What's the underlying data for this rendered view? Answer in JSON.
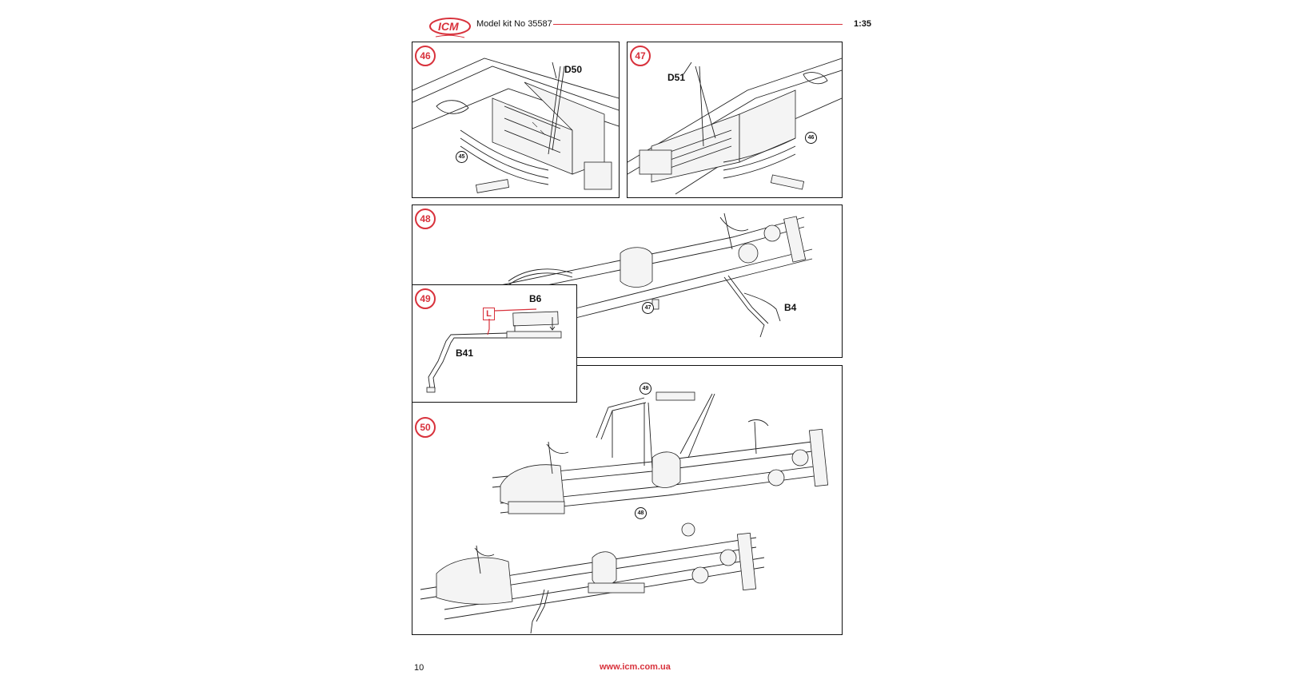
{
  "header": {
    "brand": "ICM",
    "kit_label": "Model kit No 35587",
    "scale": "1:35"
  },
  "steps": [
    {
      "number": "46",
      "part": "D50",
      "ref": "45"
    },
    {
      "number": "47",
      "part": "D51",
      "ref": "46"
    },
    {
      "number": "48",
      "part": "B4",
      "ref": "47"
    },
    {
      "number": "49",
      "parts": [
        "B6",
        "B41"
      ],
      "paint": "L"
    },
    {
      "number": "50",
      "refs": [
        "49",
        "48"
      ]
    }
  ],
  "footer": {
    "page_number": "10",
    "url": "www.icm.com.ua"
  },
  "colors": {
    "accent": "#d8323c",
    "line": "#222222"
  }
}
